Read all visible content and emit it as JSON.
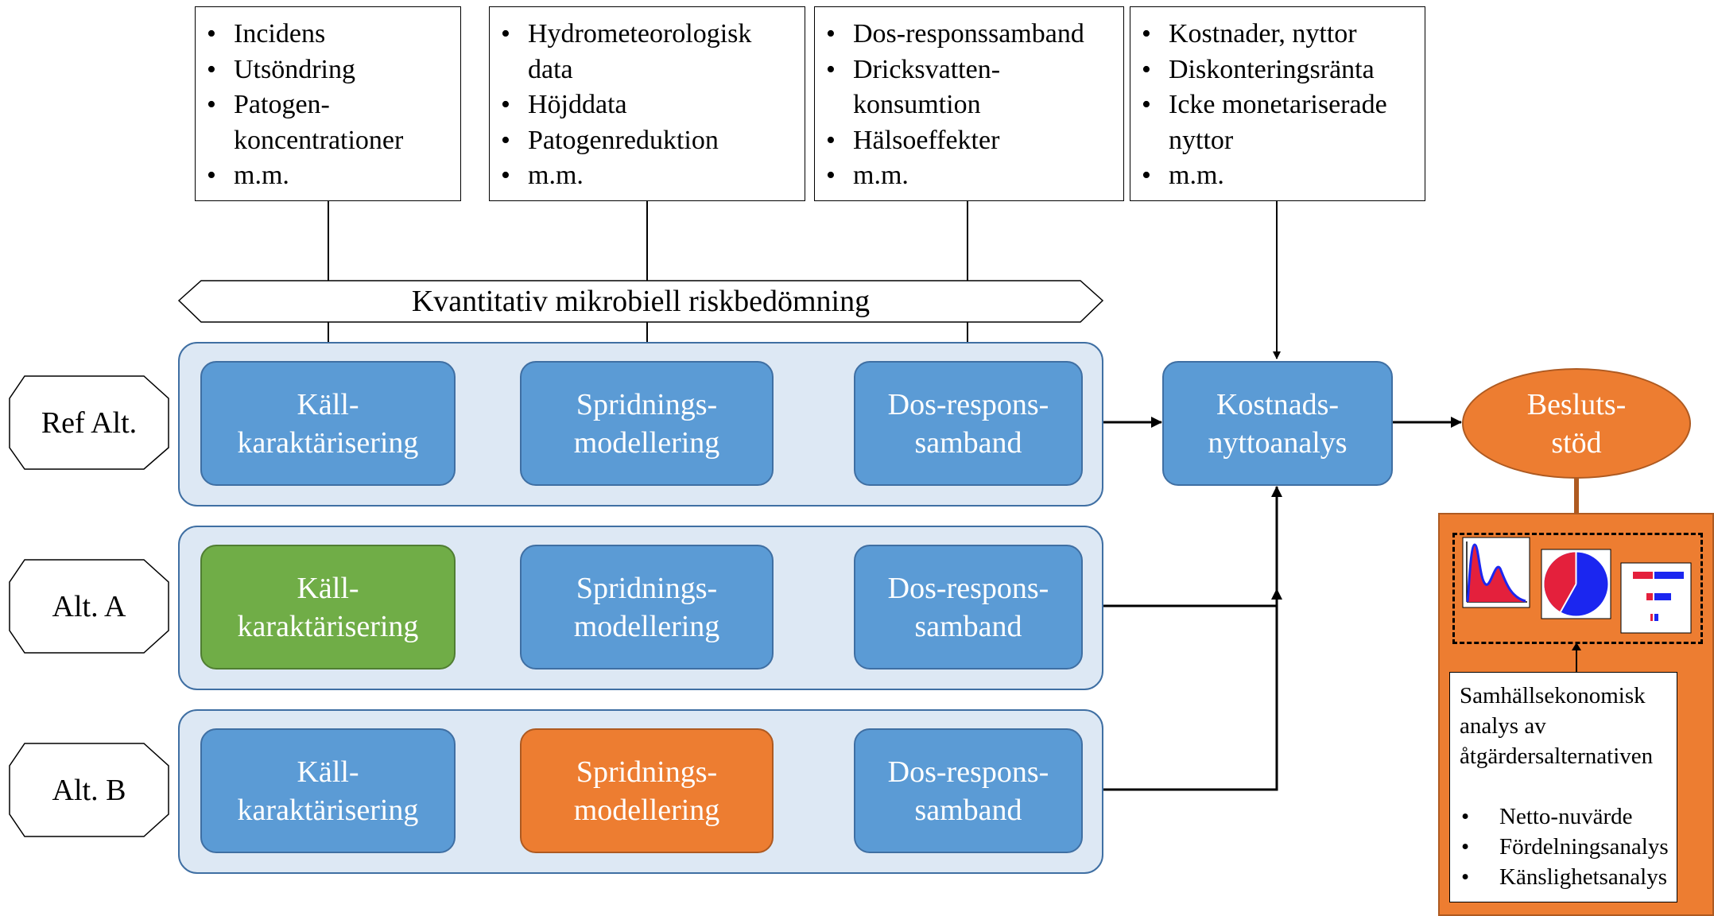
{
  "inputs": [
    {
      "items": [
        "Incidens",
        "Utsöndring",
        "Patogen-",
        "koncentrationer",
        "m.m."
      ],
      "bullets": [
        true,
        true,
        true,
        false,
        true
      ]
    },
    {
      "items": [
        "Hydrometeorologisk",
        "data",
        "Höjddata",
        "Patogenreduktion",
        "m.m."
      ],
      "bullets": [
        true,
        false,
        true,
        true,
        true
      ]
    },
    {
      "items": [
        "Dos-responssamband",
        "Dricksvatten-",
        "konsumtion",
        "Hälsoeffekter",
        "m.m."
      ],
      "bullets": [
        true,
        true,
        false,
        true,
        true
      ]
    },
    {
      "items": [
        "Kostnader, nyttor",
        "Diskonteringsränta",
        "Icke monetariserade",
        "nyttor",
        "m.m."
      ],
      "bullets": [
        true,
        true,
        true,
        false,
        true
      ]
    }
  ],
  "qmra_banner": "Kvantitativ mikrobiell riskbedömning",
  "scenarios": [
    {
      "label": "Ref Alt.",
      "steps": [
        [
          "Käll-",
          "karaktärisering"
        ],
        [
          "Spridnings-",
          "modellering"
        ],
        [
          "Dos-respons-",
          "samband"
        ]
      ]
    },
    {
      "label": "Alt. A",
      "steps": [
        [
          "Käll-",
          "karaktärisering"
        ],
        [
          "Spridnings-",
          "modellering"
        ],
        [
          "Dos-respons-",
          "samband"
        ]
      ]
    },
    {
      "label": "Alt. B",
      "steps": [
        [
          "Käll-",
          "karaktärisering"
        ],
        [
          "Spridnings-",
          "modellering"
        ],
        [
          "Dos-respons-",
          "samband"
        ]
      ]
    }
  ],
  "cba": [
    "Kostnads-",
    "nyttoanalys"
  ],
  "decision": [
    "Besluts-",
    "stöd"
  ],
  "panel": {
    "description": [
      "Samhällsekonomisk",
      "analys av",
      "åtgärdersalternativen"
    ],
    "bullets": [
      "Netto-nuvärde",
      "Fördelningsanalys",
      "Känslighetsanalys"
    ]
  },
  "colors": {
    "blue_node": "#5b9bd5",
    "green_node": "#70ad47",
    "orange_node": "#ed7d31",
    "group_fill": "#dde8f4"
  },
  "icons": [
    "density-plot-icon",
    "pie-chart-icon",
    "tornado-chart-icon"
  ]
}
